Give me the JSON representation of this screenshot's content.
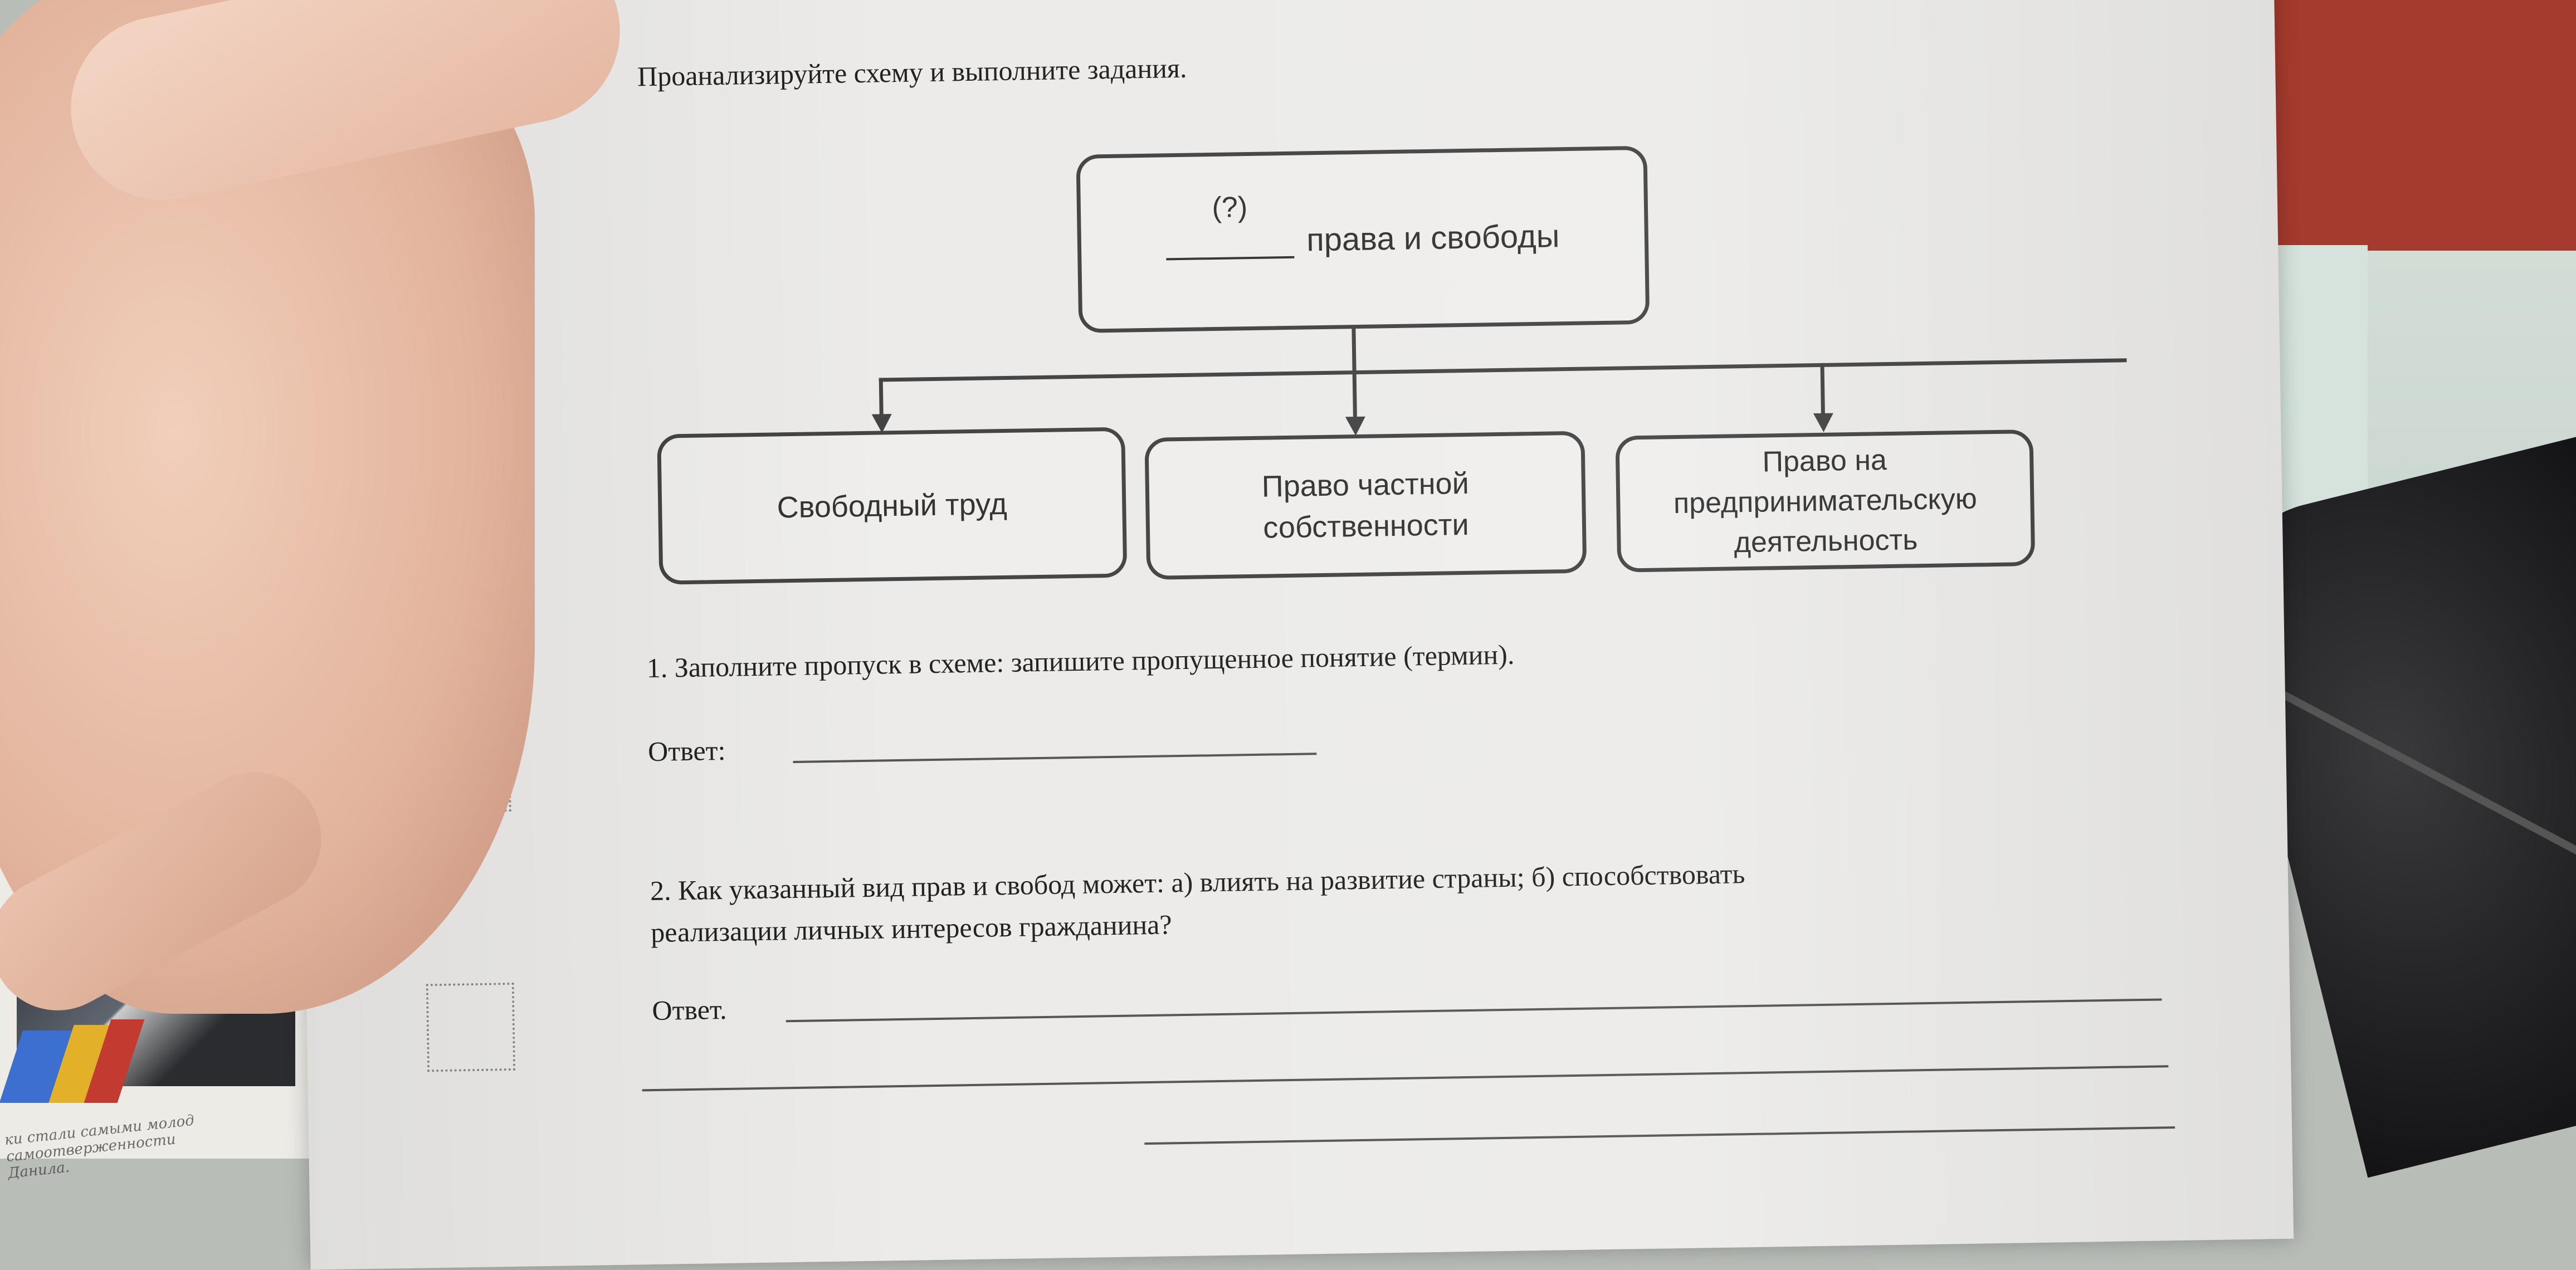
{
  "document": {
    "heading": "Проанализируйте схему и выполните задания.",
    "diagram": {
      "top_box": {
        "blank_marker": "(?)",
        "label": "права и свободы"
      },
      "children": [
        {
          "label": "Свободный труд"
        },
        {
          "line1": "Право частной",
          "line2": "собственности"
        },
        {
          "line1": "Право на",
          "line2": "предпринимательскую",
          "line3": "деятельность"
        }
      ]
    },
    "question1": {
      "text": "1. Заполните пропуск в схеме: запишите пропущенное понятие (термин).",
      "answer_label": "Ответ:"
    },
    "question2": {
      "line1": "2. Как указанный вид прав и свобод может: а) влиять на развитие страны; б) способствовать",
      "line2": "реализации личных интересов гражданина?",
      "answer_label": "Ответ."
    }
  },
  "background": {
    "newspaper_caption_line1": "ки стали самыми молод",
    "newspaper_caption_line2": "самоотверженности",
    "newspaper_caption_line3": "Данила."
  }
}
